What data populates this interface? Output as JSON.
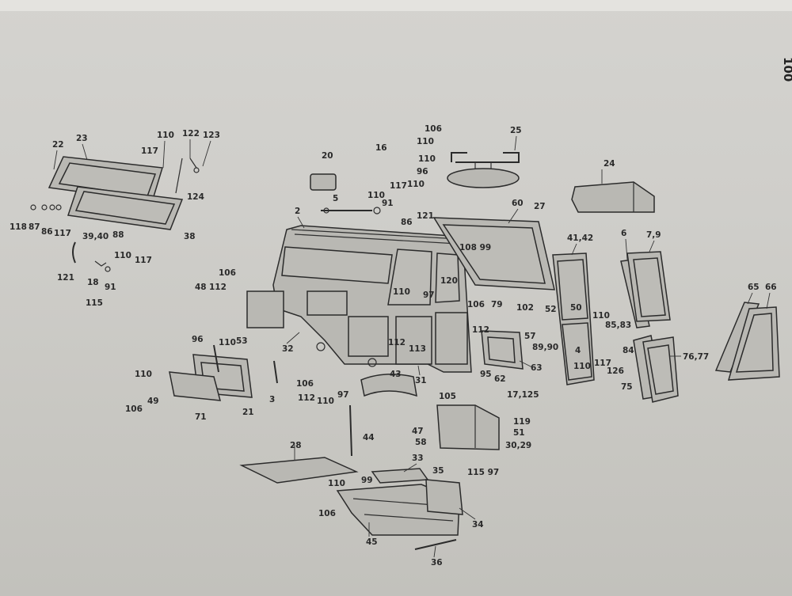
{
  "page_number": "100",
  "callouts": {
    "c22": "22",
    "c23": "23",
    "c110a": "110",
    "c117a": "117",
    "c122": "122",
    "c123": "123",
    "c124": "124",
    "c118": "118",
    "c87": "87",
    "c86": "86",
    "c117b": "117",
    "c38": "38",
    "c121a": "121",
    "c3940": "39,40",
    "c88": "88",
    "c18": "18",
    "c91a": "91",
    "c110b": "110",
    "c117c": "117",
    "c115a": "115",
    "c20": "20",
    "c5": "5",
    "c110c": "110",
    "c91b": "91",
    "c106a": "106",
    "c16": "16",
    "c110d": "110",
    "c110e": "110",
    "c96a": "96",
    "c117d": "117",
    "c110f": "110",
    "c86b": "86",
    "c121b": "121",
    "c25": "25",
    "c24": "24",
    "c2": "2",
    "c60": "60",
    "c27": "27",
    "c10899": "108 99",
    "c120": "120",
    "c110g": "110",
    "c97a": "97",
    "c4142": "41,42",
    "c6": "6",
    "c79": "7,9",
    "c65": "65",
    "c66": "66",
    "c48": "48",
    "c112a": "112",
    "c106b": "106",
    "c96b": "96",
    "c110h": "110",
    "c53": "53",
    "c106c": "106",
    "c79b": "79",
    "c112b": "112",
    "c102": "102",
    "c52": "52",
    "c50": "50",
    "c57": "57",
    "c8990": "89,90",
    "c110i": "110",
    "c8583": "85,83",
    "c84": "84",
    "c117e": "117",
    "c126": "126",
    "c110j": "110",
    "c4": "4",
    "c7677": "76,77",
    "c75": "75",
    "c63": "63",
    "c32": "32",
    "c112c": "112",
    "c113": "113",
    "c110k": "110",
    "c49": "49",
    "c106d": "106",
    "c71": "71",
    "c21": "21",
    "c3": "3",
    "c106e": "106",
    "c112d": "112",
    "c110l": "110",
    "c97b": "97",
    "c43": "43",
    "c31": "31",
    "c95": "95",
    "c62": "62",
    "c105": "105",
    "c17125": "17,125",
    "c47": "47",
    "c58": "58",
    "c119": "119",
    "c51": "51",
    "c3029": "30,29",
    "c44": "44",
    "c28": "28",
    "c33": "33",
    "c35": "35",
    "c11597": "115 97",
    "c110m": "110",
    "c99": "99",
    "c106f": "106",
    "c45": "45",
    "c34": "34",
    "c36": "36"
  },
  "callout_positions": {}
}
